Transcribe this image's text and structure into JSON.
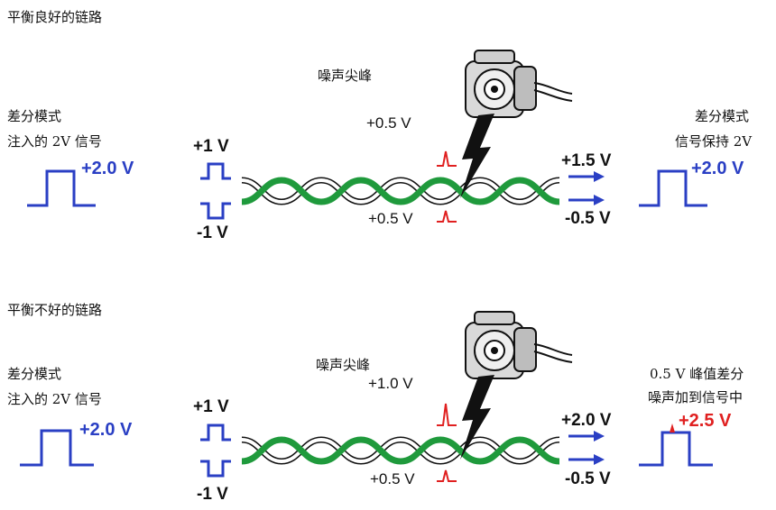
{
  "colors": {
    "accent_blue": "#2a3fc4",
    "spike_red": "#e02020",
    "twisted_pair_green": "#1f9a3c",
    "twisted_pair_white": "#ffffff",
    "bolt_black": "#111111"
  },
  "icons": [
    "motor-icon",
    "lightning-bolt-icon",
    "arrow-right-icon",
    "noise-spike-icon"
  ],
  "top_panel": {
    "title": "平衡良好的链路",
    "noise_label": "噪声尖峰",
    "input_label": [
      "差分模式",
      "注入的 2V 信号"
    ],
    "input_amplitude": "+2.0 V",
    "plus_line_voltage": "+1 V",
    "minus_line_voltage": "-1 V",
    "noise_upper": "+0.5 V",
    "noise_lower": "+0.5 V",
    "output_plus": "+1.5 V",
    "output_minus": "-0.5 V",
    "output_label": [
      "差分模式",
      "信号保持 2V"
    ],
    "output_amplitude": "+2.0 V"
  },
  "bottom_panel": {
    "title": "平衡不好的链路",
    "noise_label": "噪声尖峰",
    "input_label": [
      "差分模式",
      "注入的 2V 信号"
    ],
    "input_amplitude": "+2.0 V",
    "plus_line_voltage": "+1 V",
    "minus_line_voltage": "-1 V",
    "noise_upper": "+1.0 V",
    "noise_lower": "+0.5 V",
    "output_plus": "+2.0 V",
    "output_minus": "-0.5 V",
    "output_label": [
      "0.5 V 峰值差分",
      "噪声加到信号中"
    ],
    "output_amplitude": "+2.5 V"
  }
}
